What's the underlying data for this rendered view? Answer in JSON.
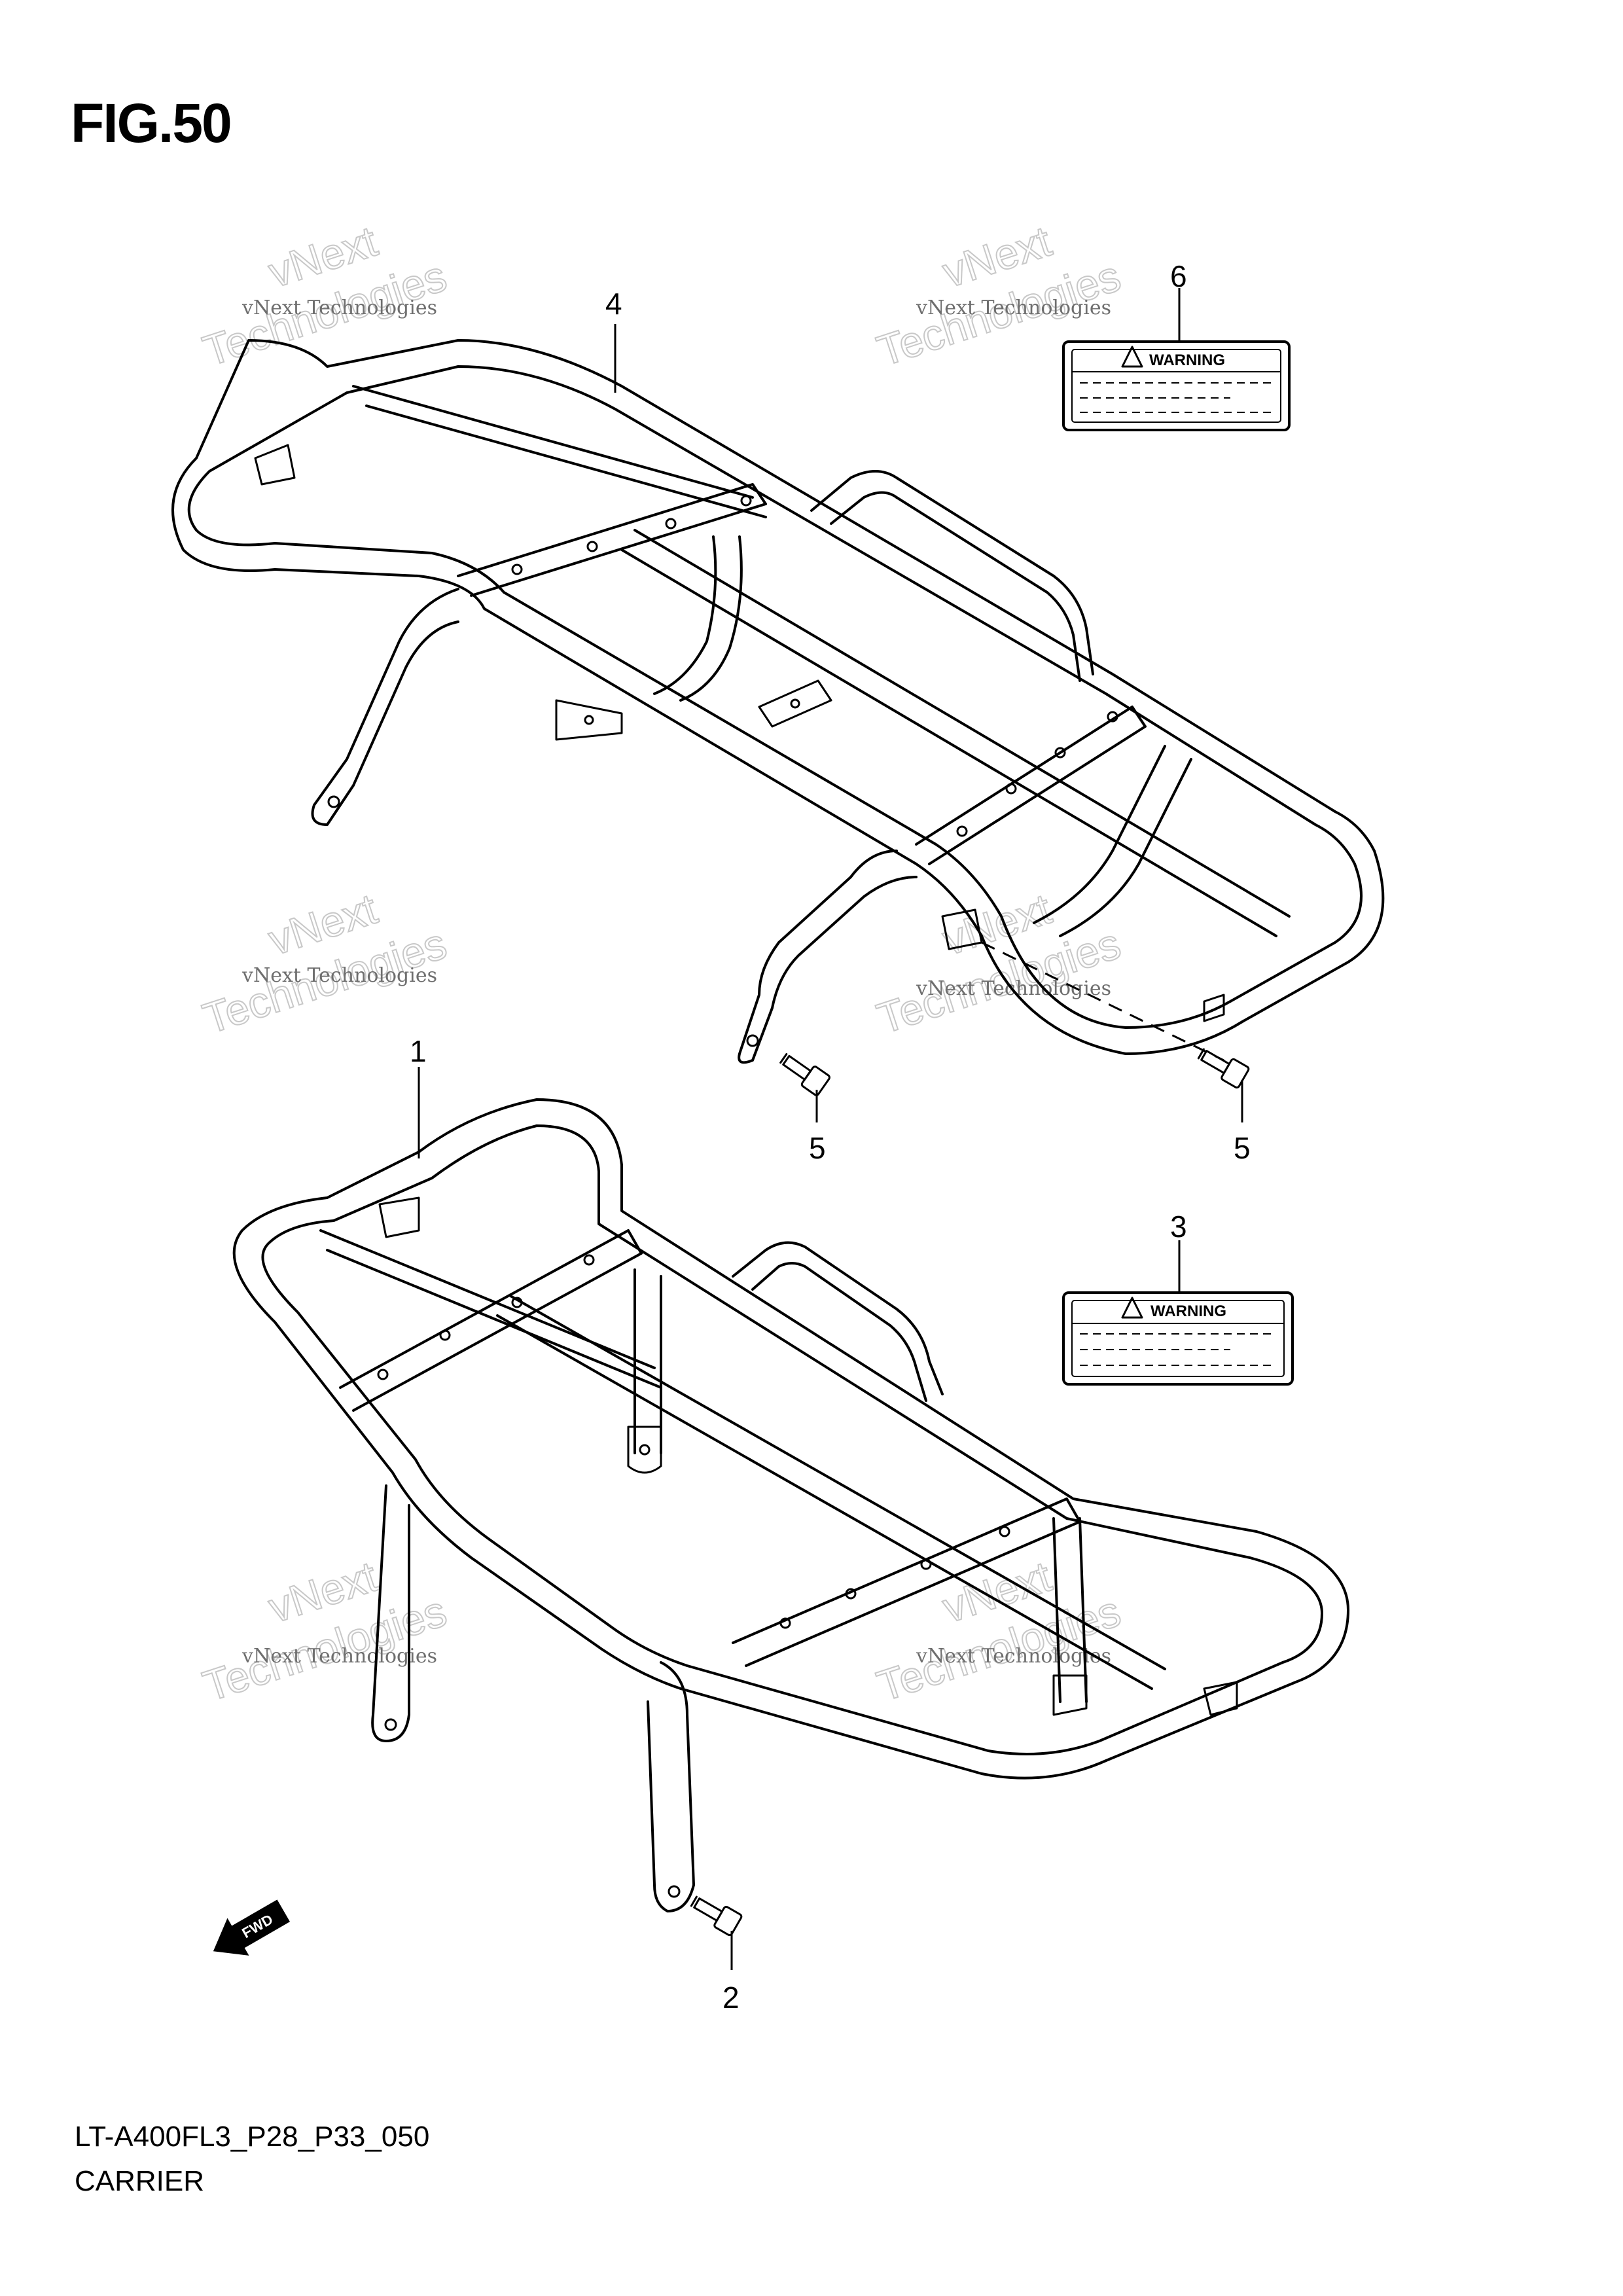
{
  "figure": {
    "title": "FIG.50"
  },
  "footer": {
    "code": "LT-A400FL3_P28_P33_050",
    "name": "CARRIER"
  },
  "labels": {
    "warning": "WARNING"
  },
  "fwd_marker": {
    "text": "FWD"
  },
  "callouts": [
    {
      "id": "4",
      "text": "4"
    },
    {
      "id": "6",
      "text": "6"
    },
    {
      "id": "1",
      "text": "1"
    },
    {
      "id": "3",
      "text": "3"
    },
    {
      "id": "5a",
      "text": "5"
    },
    {
      "id": "5b",
      "text": "5"
    },
    {
      "id": "2",
      "text": "2"
    }
  ],
  "watermark": {
    "line1": "vNext Technologies",
    "line2": "vNext",
    "line3": "Technologies"
  },
  "colors": {
    "line": "#000000",
    "watermark": "#c8c8c8"
  }
}
